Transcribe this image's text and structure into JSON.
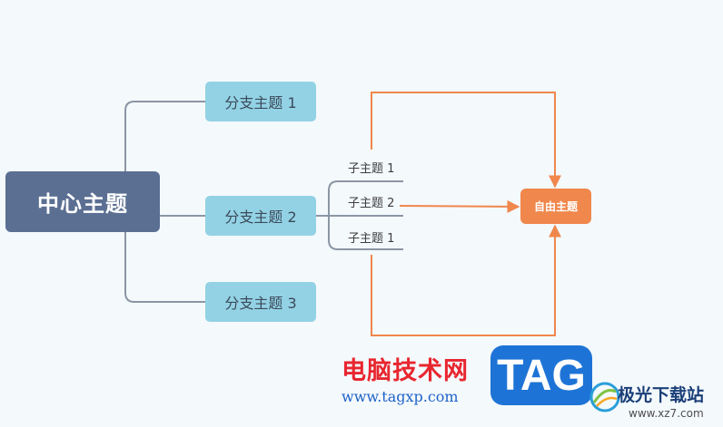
{
  "mindmap": {
    "central_topic": "中心主题",
    "branches": [
      {
        "label": "分支主题 1"
      },
      {
        "label": "分支主题 2"
      },
      {
        "label": "分支主题 3"
      }
    ],
    "subtopics": [
      {
        "label": "子主题 1"
      },
      {
        "label": "子主题 2"
      },
      {
        "label": "子主题 1"
      }
    ],
    "free_topic": "自由主题"
  },
  "watermark": {
    "site_name": "电脑技术网",
    "site_url": "www.tagxp.com",
    "badge_text": "TAG",
    "partner_name": "极光下载站",
    "partner_url": "www.xz7.com"
  },
  "colors": {
    "background": "#f4f9fc",
    "central_fill": "#5b6f93",
    "branch_fill": "#93d2e5",
    "connector": "#8b96a5",
    "free_topic_fill": "#f0874c",
    "relationship_line": "#f0874c",
    "watermark_red": "#e8262f",
    "watermark_blue": "#1e74d6"
  }
}
